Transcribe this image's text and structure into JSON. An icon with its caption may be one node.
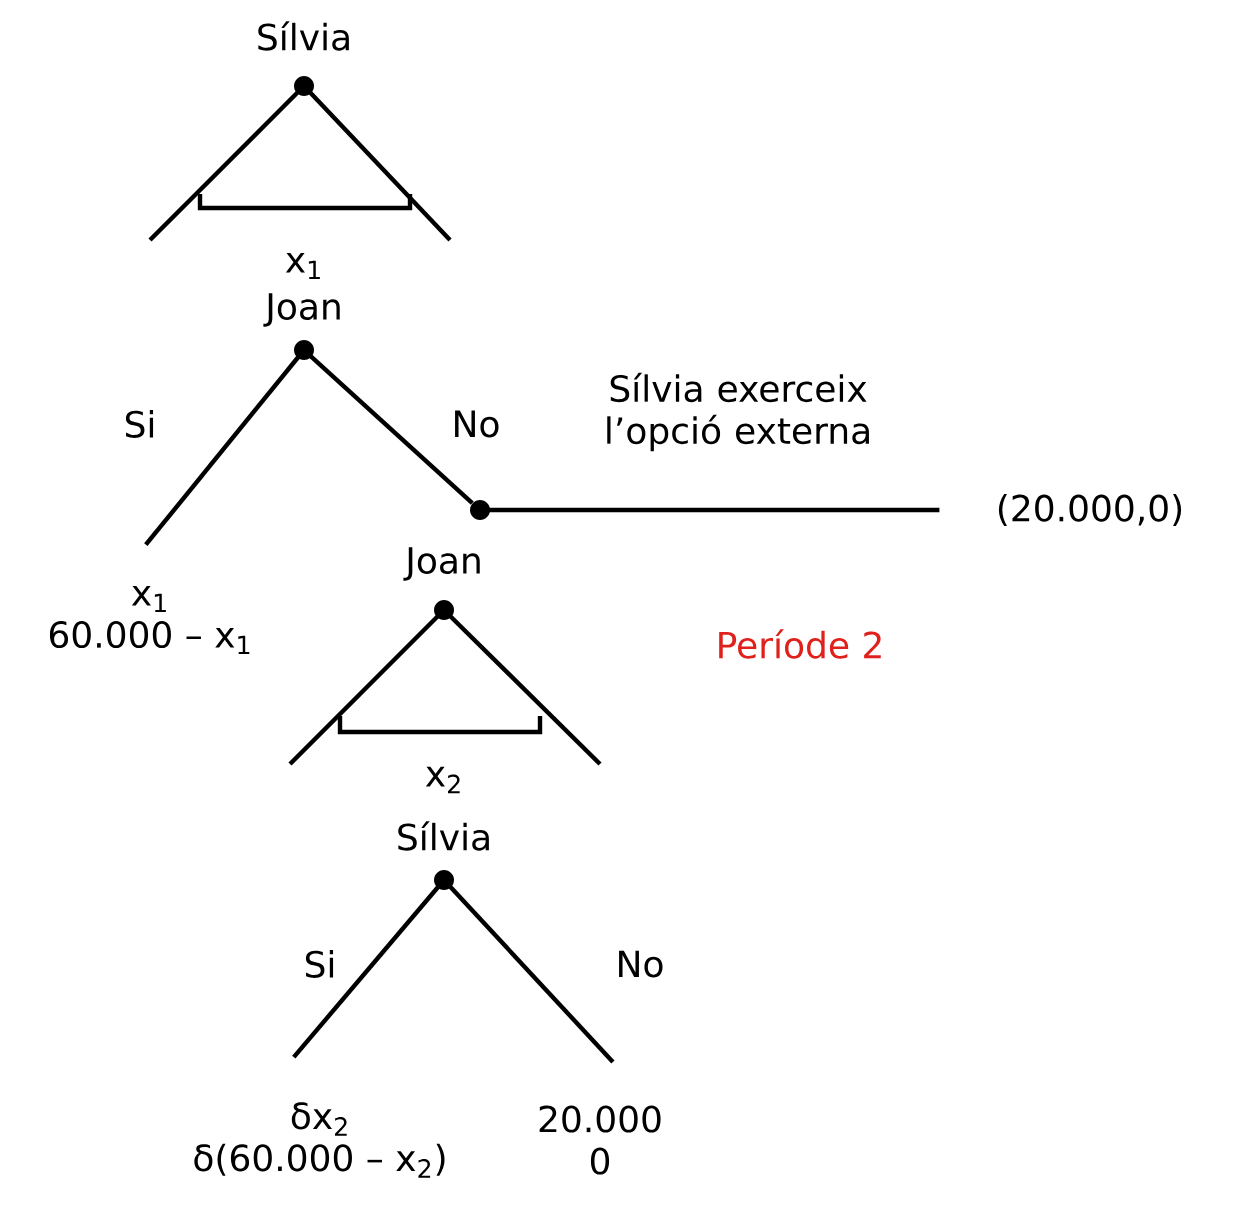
{
  "diagram": {
    "nodes": [
      {
        "text": [
          "Sílvia"
        ]
      },
      {
        "text": [
          "Joan"
        ]
      },
      {
        "text": [
          "x$_{1}$",
          "60.000 – x$_{1}$"
        ]
      },
      {
        "text": [],
        "shape": "circle"
      },
      {
        "text": [
          "(20.000,0)"
        ]
      },
      {
        "text": [
          "Joan"
        ]
      },
      {
        "text": [
          "Sílvia"
        ]
      },
      {
        "text": [
          "δx$_{2}$",
          "δ(60.000 – x$_{2}$)"
        ]
      },
      {
        "text": [
          "20.000",
          "0"
        ]
      }
    ],
    "edges": [
      {
        "from": 0,
        "to": null,
        "arrow": "none"
      },
      {
        "from": 0,
        "to": null,
        "arrow": "none"
      },
      {
        "from": 1,
        "to": 2,
        "arrow": "none",
        "label": "Si"
      },
      {
        "from": 1,
        "to": 3,
        "arrow": "none",
        "label": "No"
      },
      {
        "from": 3,
        "to": 4,
        "arrow": "none",
        "label": "Sílvia exerceix l’opció externa"
      },
      {
        "from": 5,
        "to": null,
        "arrow": "none"
      },
      {
        "from": 5,
        "to": null,
        "arrow": "none"
      },
      {
        "from": 6,
        "to": 7,
        "arrow": "none",
        "label": "Si"
      },
      {
        "from": 6,
        "to": 8,
        "arrow": "none",
        "label": "No"
      }
    ],
    "labels": [
      "x$_{1}$",
      "x$_{2}$",
      "Període 2"
    ]
  }
}
